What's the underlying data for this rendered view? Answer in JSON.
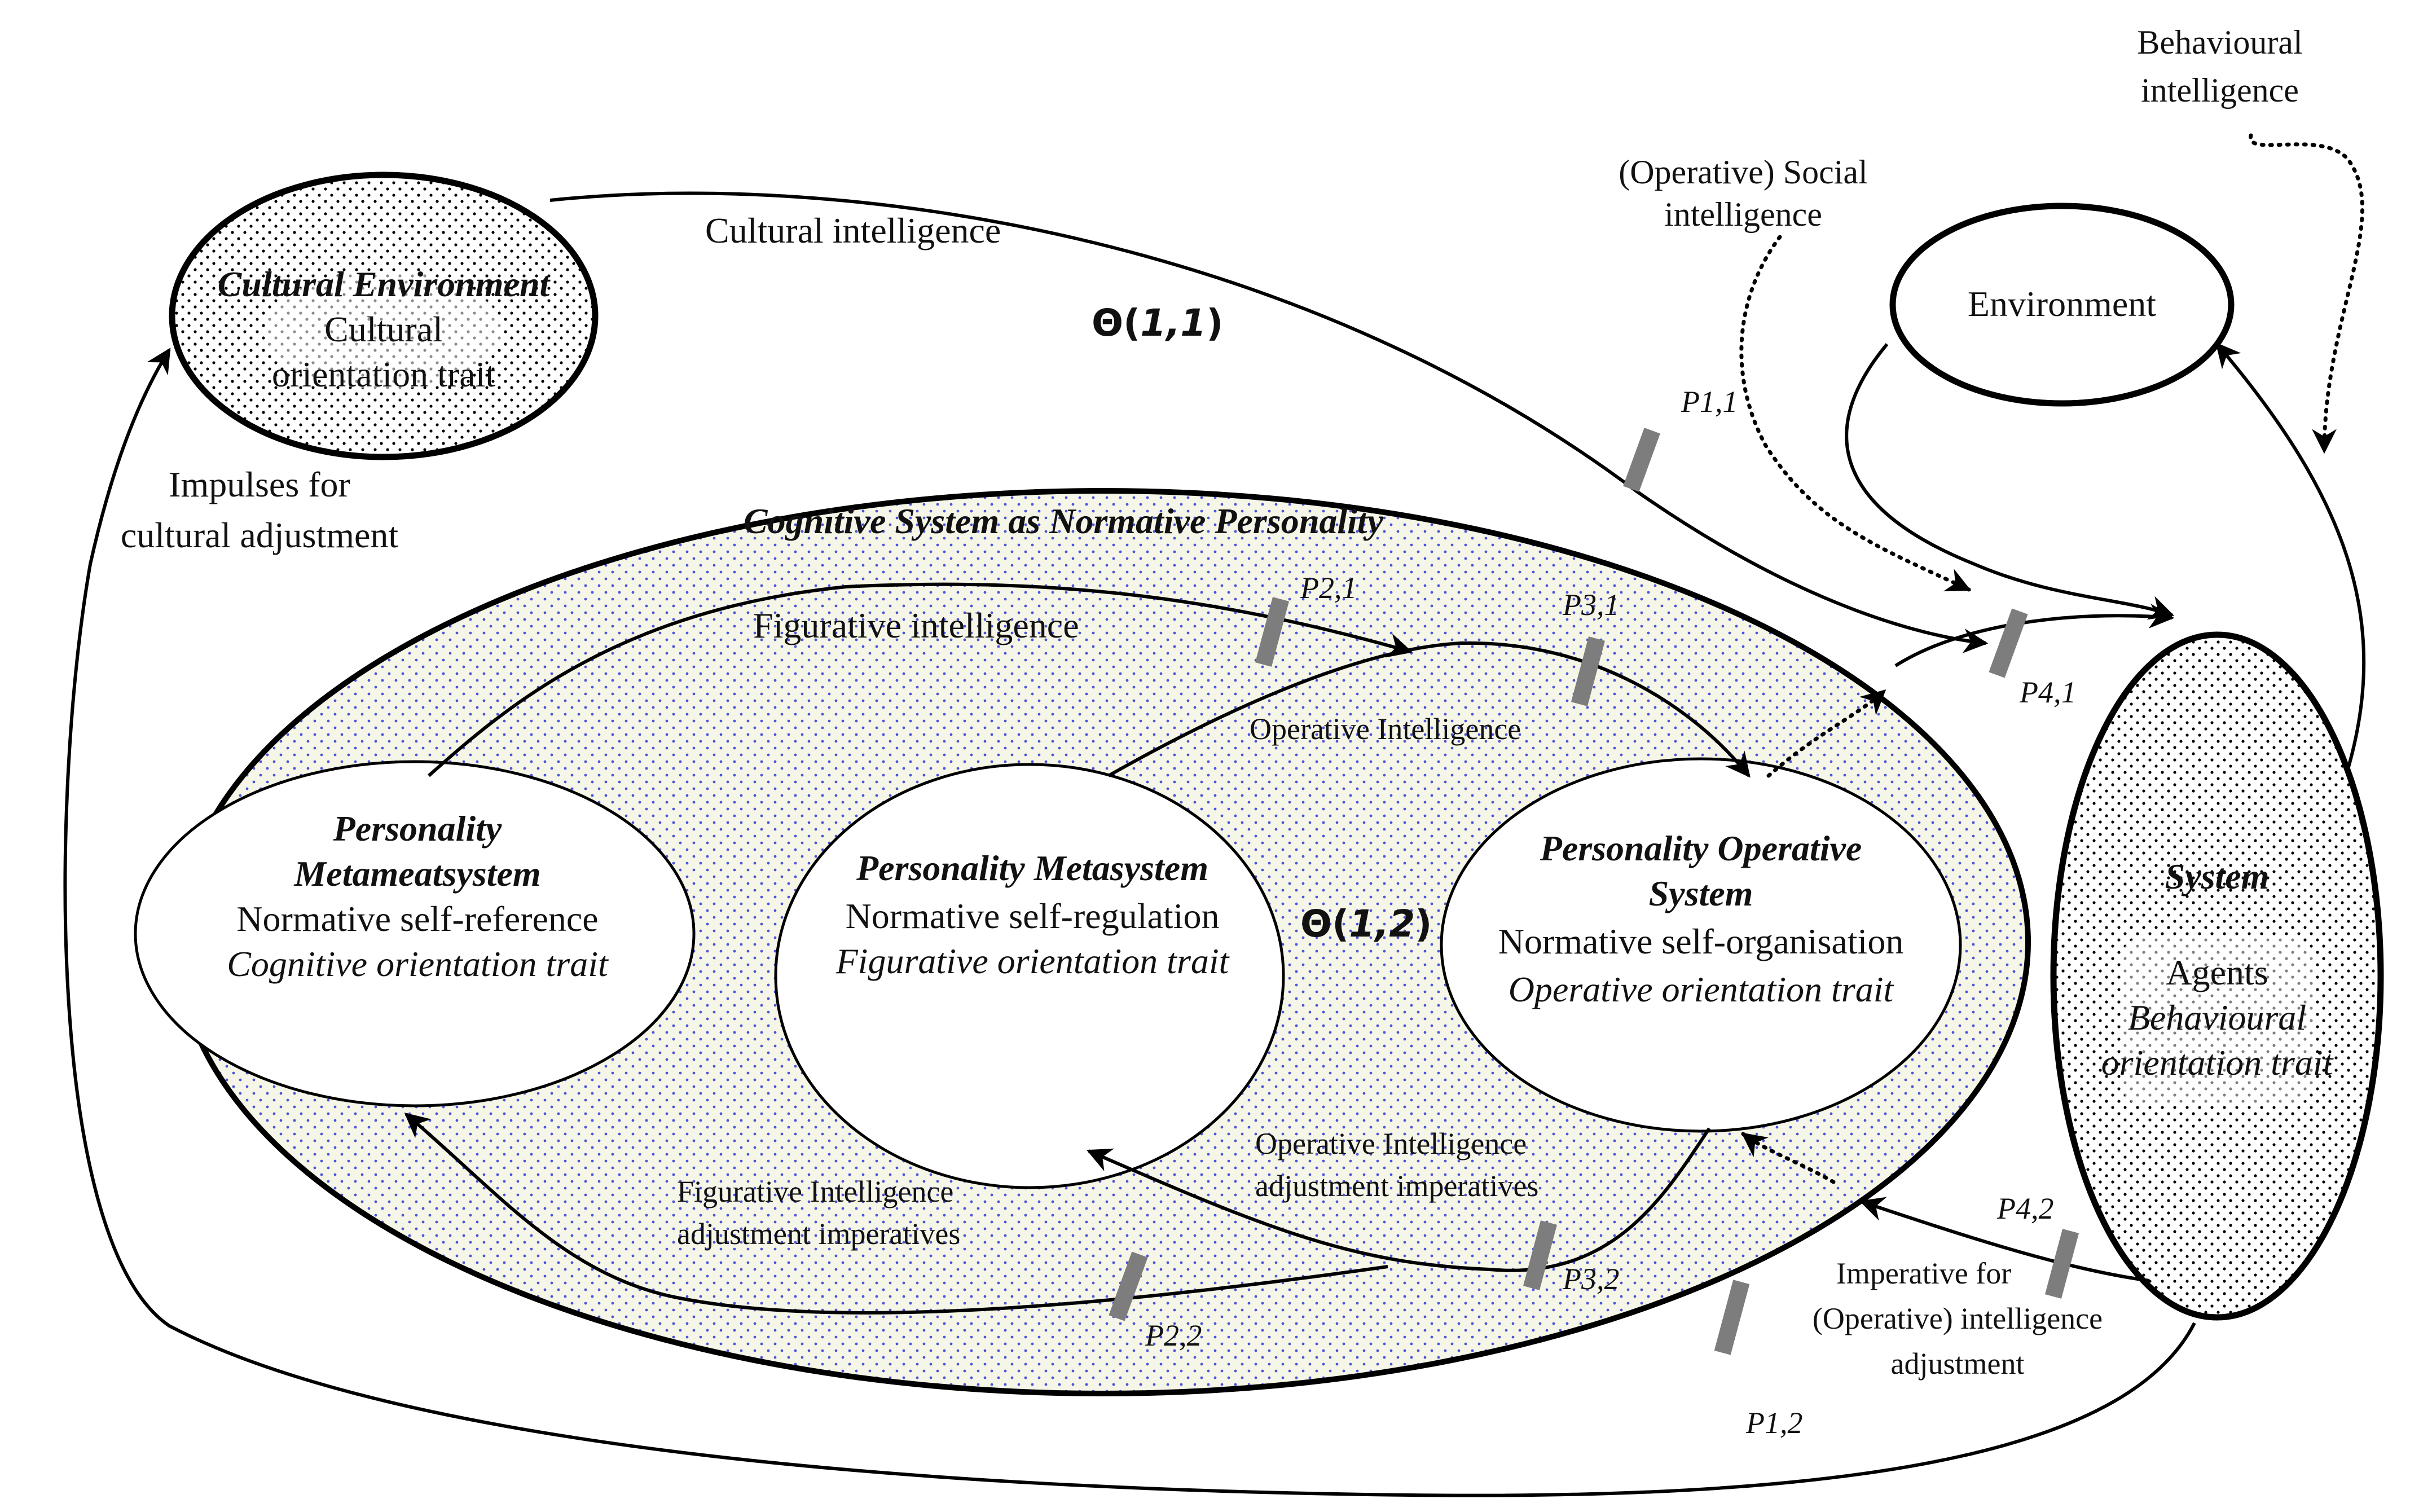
{
  "nodes": {
    "cultural_env": {
      "title": "Cultural Environment",
      "line1": "Cultural",
      "line2": "orientation trait"
    },
    "environment": {
      "title": "Environment"
    },
    "cognitive_system": {
      "title": "Cognitive System as Normative Personality"
    },
    "metametasystem": {
      "title1": "Personality",
      "title2": "Metameatsystem",
      "line1": "Normative self-reference",
      "line2": "Cognitive orientation trait"
    },
    "metasystem": {
      "title": "Personality Metasystem",
      "line1": "Normative self-regulation",
      "line2": "Figurative orientation trait"
    },
    "operative_system": {
      "title1": "Personality Operative",
      "title2": "System",
      "line1": "Normative self-organisation",
      "line2": "Operative orientation trait"
    },
    "system": {
      "title": "System",
      "line1": "Agents",
      "line2": "Behavioural",
      "line3": "orientation trait"
    }
  },
  "labels": {
    "cultural_intelligence": "Cultural intelligence",
    "theta_11": {
      "prefix": "Θ(",
      "args": "1,1",
      "suffix": ")"
    },
    "theta_12": {
      "prefix": "Θ(",
      "args": "1,2",
      "suffix": ")"
    },
    "social_intelligence": {
      "line1": "(Operative) Social",
      "line2": "intelligence"
    },
    "behavioural_intelligence": {
      "line1": "Behavioural",
      "line2": "intelligence"
    },
    "impulses": {
      "line1": "Impulses for",
      "line2": "cultural adjustment"
    },
    "figurative_intelligence": "Figurative intelligence",
    "operative_intelligence": "Operative Intelligence",
    "operative_adjustment": {
      "line1": "Operative Intelligence",
      "line2": "adjustment imperatives"
    },
    "figurative_adjustment": {
      "line1": "Figurative Intelligence",
      "line2": "adjustment imperatives"
    },
    "imperative": {
      "line1": "Imperative for",
      "line2": "(Operative) intelligence",
      "line3": "adjustment"
    }
  },
  "boundaries": {
    "p11": "P1,1",
    "p21": "P2,1",
    "p31": "P3,1",
    "p41": "P4,1",
    "p12": "P1,2",
    "p22": "P2,2",
    "p32": "P3,2",
    "p42": "P4,2"
  },
  "colors": {
    "stroke": "#000000",
    "boundary_marker": "#7d7d7d",
    "cognitive_dots": "#4a55d8",
    "cognitive_fill": "#f6f6e8",
    "black_dots": "#000000"
  }
}
